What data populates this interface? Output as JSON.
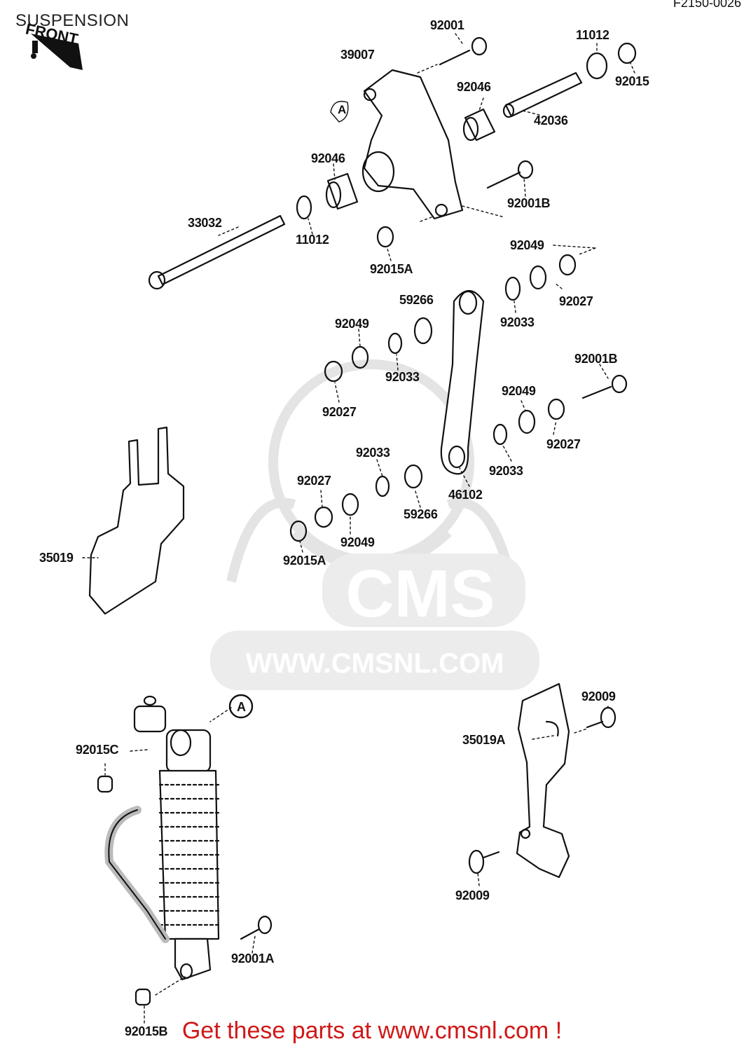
{
  "diagram": {
    "title": "SUSPENSION",
    "ref_code": "F2150-0026",
    "front_label": "FRONT",
    "callout_a": "A",
    "watermark": {
      "brand": "CMS",
      "url": "WWW.CMSNL.COM"
    },
    "footer_text": "Get these parts at www.cmsnl.com !",
    "part_labels": [
      "92001",
      "11012",
      "39007",
      "92015",
      "92046",
      "42036",
      "92046",
      "92001B",
      "33032",
      "11012",
      "92015A",
      "92049",
      "59266",
      "92027",
      "92033",
      "92049",
      "92033",
      "92001B",
      "92027",
      "92049",
      "92027",
      "92033",
      "92027",
      "92033",
      "46102",
      "59266",
      "92049",
      "92015A",
      "35019",
      "92009",
      "92015C",
      "35019A",
      "92009",
      "92001A",
      "92015B"
    ]
  }
}
